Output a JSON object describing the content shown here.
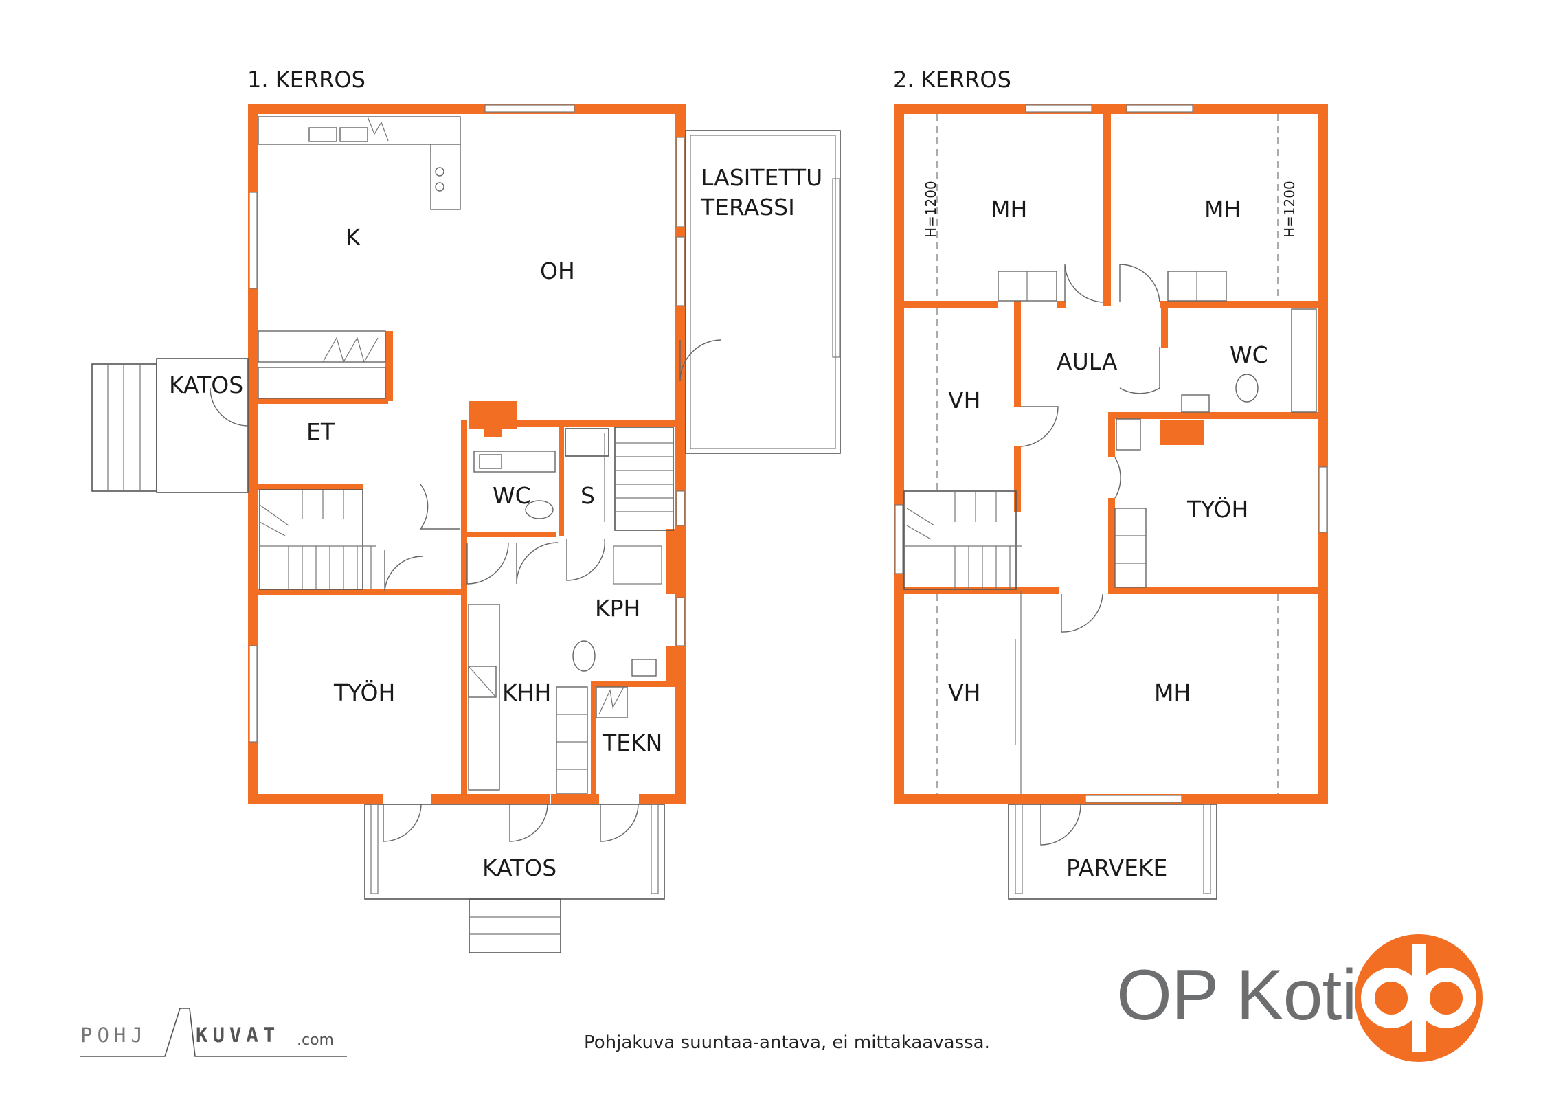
{
  "floor1": {
    "title": "1. KERROS",
    "rooms": {
      "k": "K",
      "oh": "OH",
      "terrace_line1": "LASITETTU",
      "terrace_line2": "TERASSI",
      "katos_side": "KATOS",
      "et": "ET",
      "wc": "WC",
      "s": "S",
      "kph": "KPH",
      "tyoh": "TYÖH",
      "khh": "KHH",
      "tekn": "TEKN",
      "katos_front": "KATOS"
    }
  },
  "floor2": {
    "title": "2. KERROS",
    "rooms": {
      "mh_left": "MH",
      "mh_right": "MH",
      "aula": "AULA",
      "wc": "WC",
      "vh_top": "VH",
      "tyoh": "TYÖH",
      "vh_bottom": "VH",
      "mh_bottom": "MH",
      "parveke": "PARVEKE"
    },
    "height_mark_left": "H=1200",
    "height_mark_right": "H=1200"
  },
  "footer": {
    "note": "Pohjakuva suuntaa-antava, ei mittakaavassa.",
    "logo_left": "POHJ",
    "logo_right": "KUVAT",
    "logo_suffix": ".com",
    "brand": "OP Koti"
  },
  "colors": {
    "walls": "#f26e22",
    "brand_orange": "#f26e22",
    "brand_text": "#6d6e70"
  }
}
